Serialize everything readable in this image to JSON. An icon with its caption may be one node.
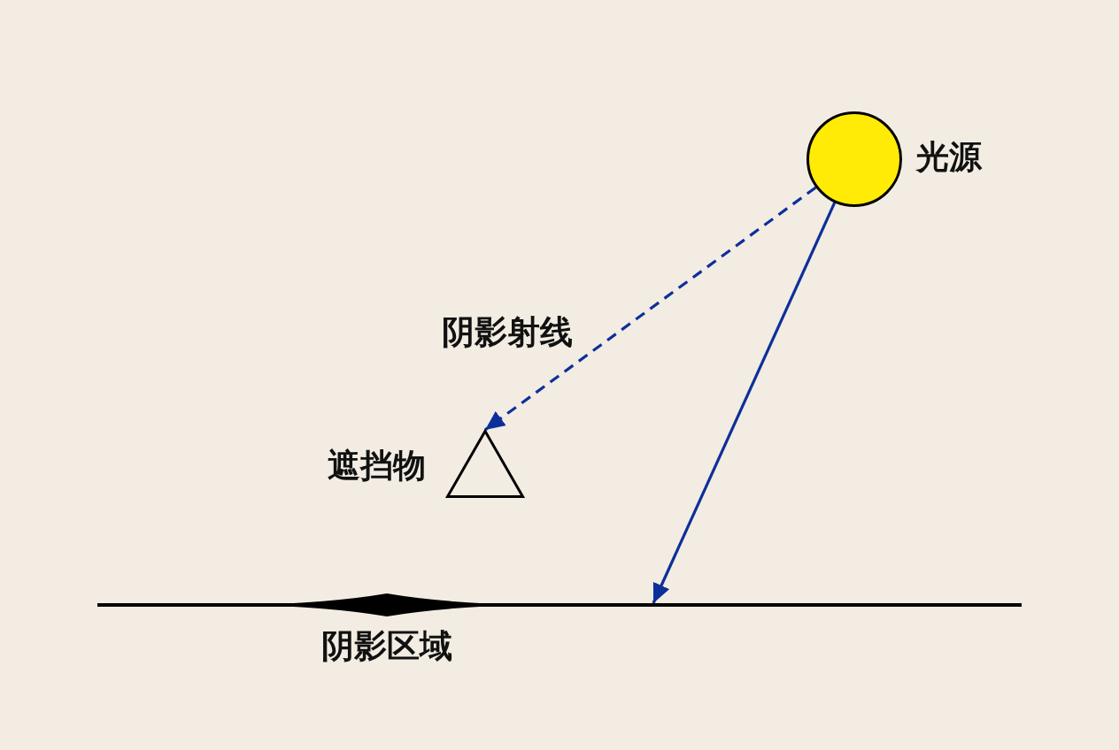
{
  "diagram": {
    "nodes": [
      {
        "text": [],
        "shape": "circle",
        "beside": [
          "光源"
        ]
      },
      {
        "text": [],
        "shape": "triangle",
        "beside": [
          "遮挡物"
        ]
      },
      {
        "text": [],
        "shape": "line"
      },
      {
        "text": [],
        "shape": "diamond",
        "beside": [
          "阴影区域"
        ]
      }
    ],
    "edges": [
      {
        "from": 0,
        "to": 1,
        "arrow": "to",
        "style": "dashed",
        "label": "阴影射线"
      },
      {
        "from": 0,
        "to": 2,
        "arrow": "to"
      }
    ]
  }
}
